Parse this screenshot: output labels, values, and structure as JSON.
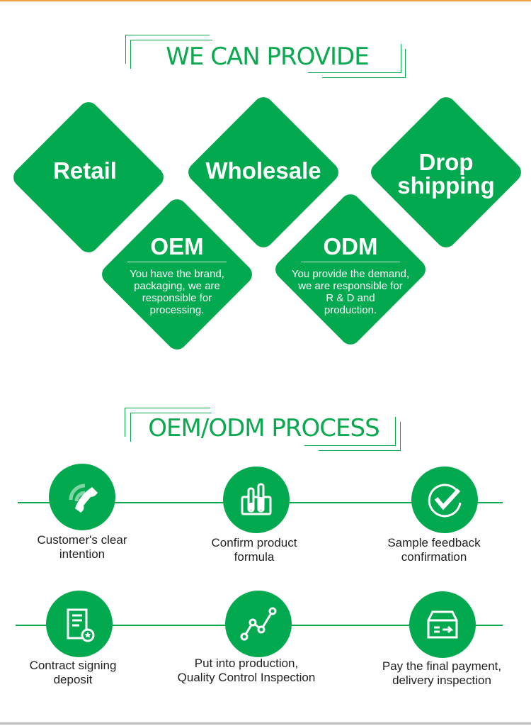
{
  "section1": {
    "title": "WE CAN PROVIDE"
  },
  "services": [
    {
      "label": "Retail"
    },
    {
      "label": "Wholesale"
    },
    {
      "label": "Drop shipping",
      "lines": [
        "Drop",
        "shipping"
      ]
    },
    {
      "label": "OEM",
      "description": "You have the brand, packaging, we are responsible for processing.",
      "lines": [
        "You have the brand,",
        "packaging, we are",
        "responsible for",
        "processing."
      ]
    },
    {
      "label": "ODM",
      "description": "You provide the demand, we are responsible for R & D and production.",
      "lines": [
        "You provide the demand,",
        "we are responsible for",
        "R & D and",
        "production."
      ]
    }
  ],
  "section2": {
    "title": "OEM/ODM PROCESS"
  },
  "steps": [
    {
      "icon": "phone-icon",
      "lines": [
        "Customer's clear",
        "intention"
      ]
    },
    {
      "icon": "test-tubes-icon",
      "lines": [
        "Confirm product",
        "formula"
      ]
    },
    {
      "icon": "check-circle-icon",
      "lines": [
        "Sample feedback",
        "confirmation"
      ]
    },
    {
      "icon": "contract-icon",
      "lines": [
        "Contract signing",
        "deposit"
      ]
    },
    {
      "icon": "chart-line-icon",
      "lines": [
        "Put into production,",
        "Quality Control Inspection"
      ]
    },
    {
      "icon": "box-delivery-icon",
      "lines": [
        "Pay the final payment,",
        "delivery inspection"
      ]
    }
  ],
  "colors": {
    "brand": "#03a94f"
  }
}
